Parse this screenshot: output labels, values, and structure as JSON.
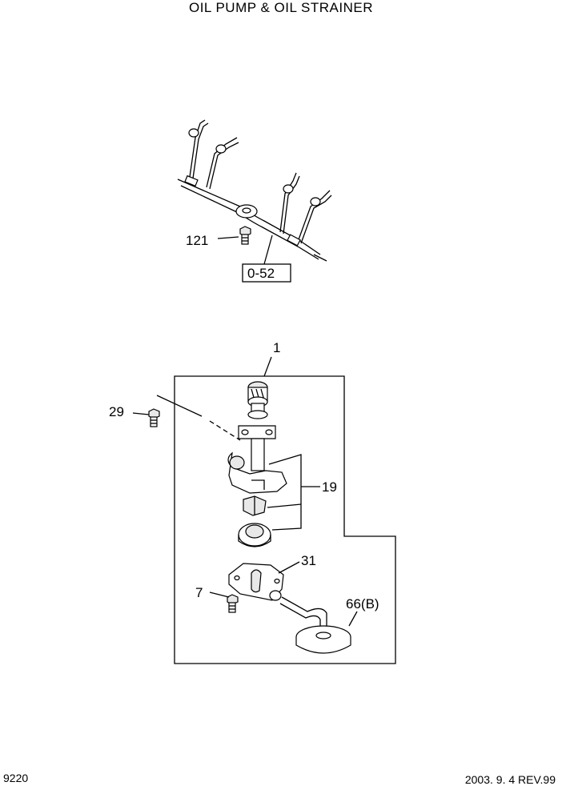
{
  "title": "OIL PUMP & OIL STRAINER",
  "page_number": "9220",
  "revision": "2003. 9. 4 REV.99",
  "callouts": {
    "c121": "121",
    "ref_box": "0-52",
    "c1": "1",
    "c29": "29",
    "c19": "19",
    "c31": "31",
    "c7": "7",
    "c66": "66(B)"
  }
}
